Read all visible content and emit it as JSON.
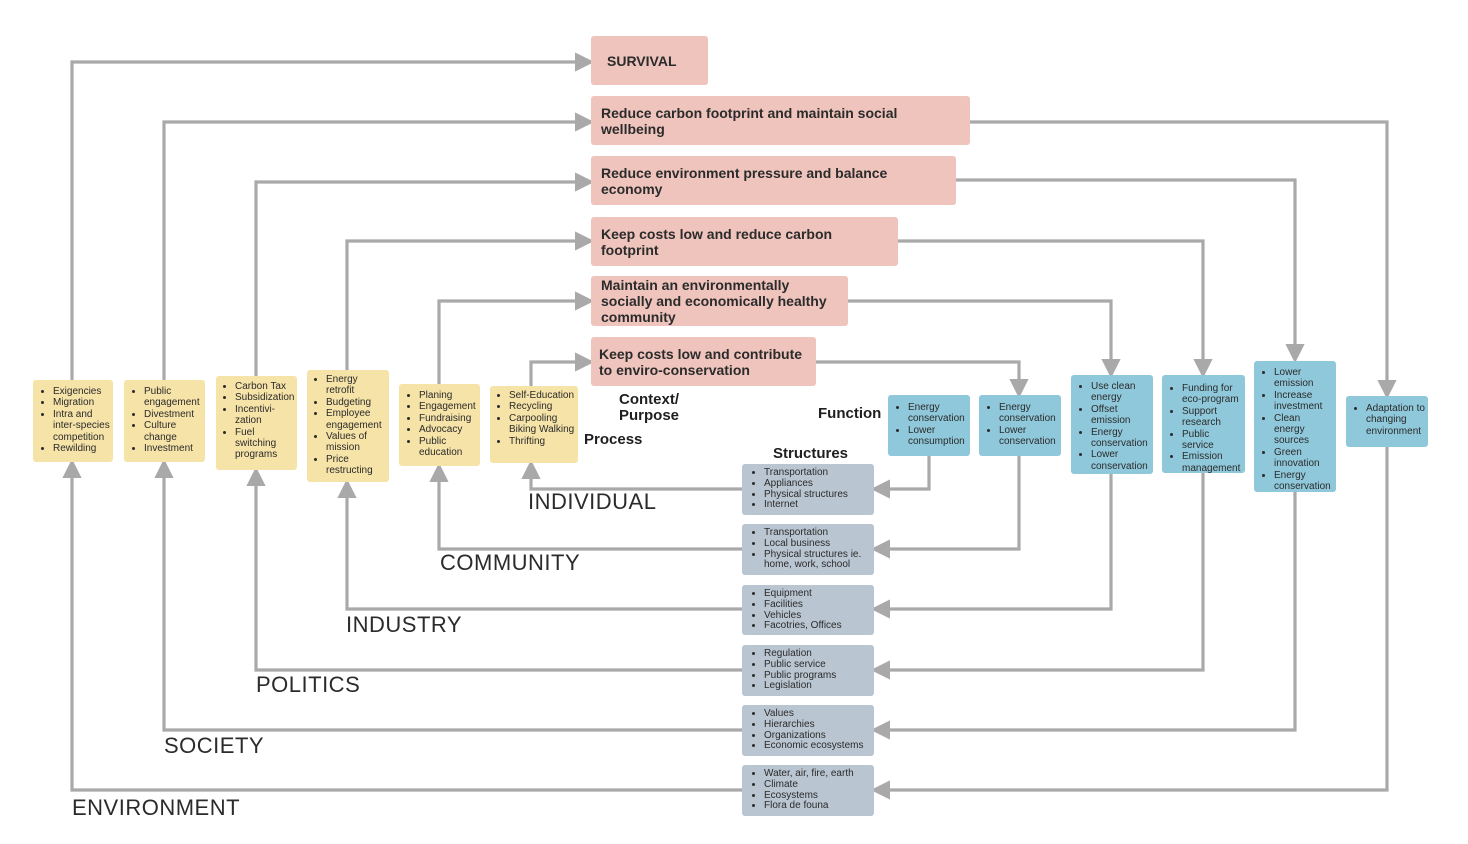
{
  "purposes": [
    "SURVIVAL",
    "Reduce carbon footprint and maintain social wellbeing",
    "Reduce environment pressure and balance economy",
    "Keep costs low and reduce carbon footprint",
    "Maintain an environmentally socially and economically healthy community",
    "Keep costs low and contribute to enviro-conservation"
  ],
  "headers": {
    "context": "Context/ Purpose",
    "function": "Function",
    "process": "Process",
    "structures": "Structures"
  },
  "levels": [
    "INDIVIDUAL",
    "COMMUNITY",
    "INDUSTRY",
    "POLITICS",
    "SOCIETY",
    "ENVIRONMENT"
  ],
  "process": [
    [
      "Exigencies",
      "Migration",
      "Intra and inter-species competition",
      "Rewilding"
    ],
    [
      "Public engagement",
      "Divestment",
      "Culture change",
      "Investment"
    ],
    [
      "Carbon Tax",
      "Subsidization",
      "Incentivi-zation",
      "Fuel switching programs"
    ],
    [
      "Energy retrofit",
      "Budgeting",
      "Employee engagement",
      "Values of mission",
      "Price restructing"
    ],
    [
      "Planing",
      "Engagement",
      "Fundraising",
      "Advocacy",
      "Public education"
    ],
    [
      "Self-Education",
      "Recycling",
      "Carpooling Biking Walking",
      "Thrifting"
    ]
  ],
  "functions": [
    [
      "Energy conservation",
      "Lower consumption"
    ],
    [
      "Energy conservation",
      "Lower conservation"
    ],
    [
      "Use clean energy",
      "Offset emission",
      "Energy conservation",
      "Lower conservation"
    ],
    [
      "Funding for eco-program",
      "Support research",
      "Public service",
      "Emission management"
    ],
    [
      "Lower emission",
      "Increase investment",
      "Clean energy sources",
      "Green innovation",
      "Energy conservation"
    ],
    [
      "Adaptation to changing environment"
    ]
  ],
  "structures": [
    [
      "Transportation",
      "Appliances",
      "Physical structures",
      "Internet"
    ],
    [
      "Transportation",
      "Local business",
      "Physical structures ie. home, work, school"
    ],
    [
      "Equipment",
      "Facilities",
      "Vehicles",
      "Facotries, Offices"
    ],
    [
      "Regulation",
      "Public service",
      "Public programs",
      "Legislation"
    ],
    [
      "Values",
      "Hierarchies",
      "Organizations",
      "Economic ecosystems"
    ],
    [
      "Water, air, fire, earth",
      "Climate",
      "Ecosystems",
      "Flora de founa"
    ]
  ],
  "colors": {
    "purpose": "#efc4bd",
    "process": "#f6e3a8",
    "function": "#8fc8da",
    "structure": "#b9c5d1",
    "connector": "#a9a9a9"
  }
}
